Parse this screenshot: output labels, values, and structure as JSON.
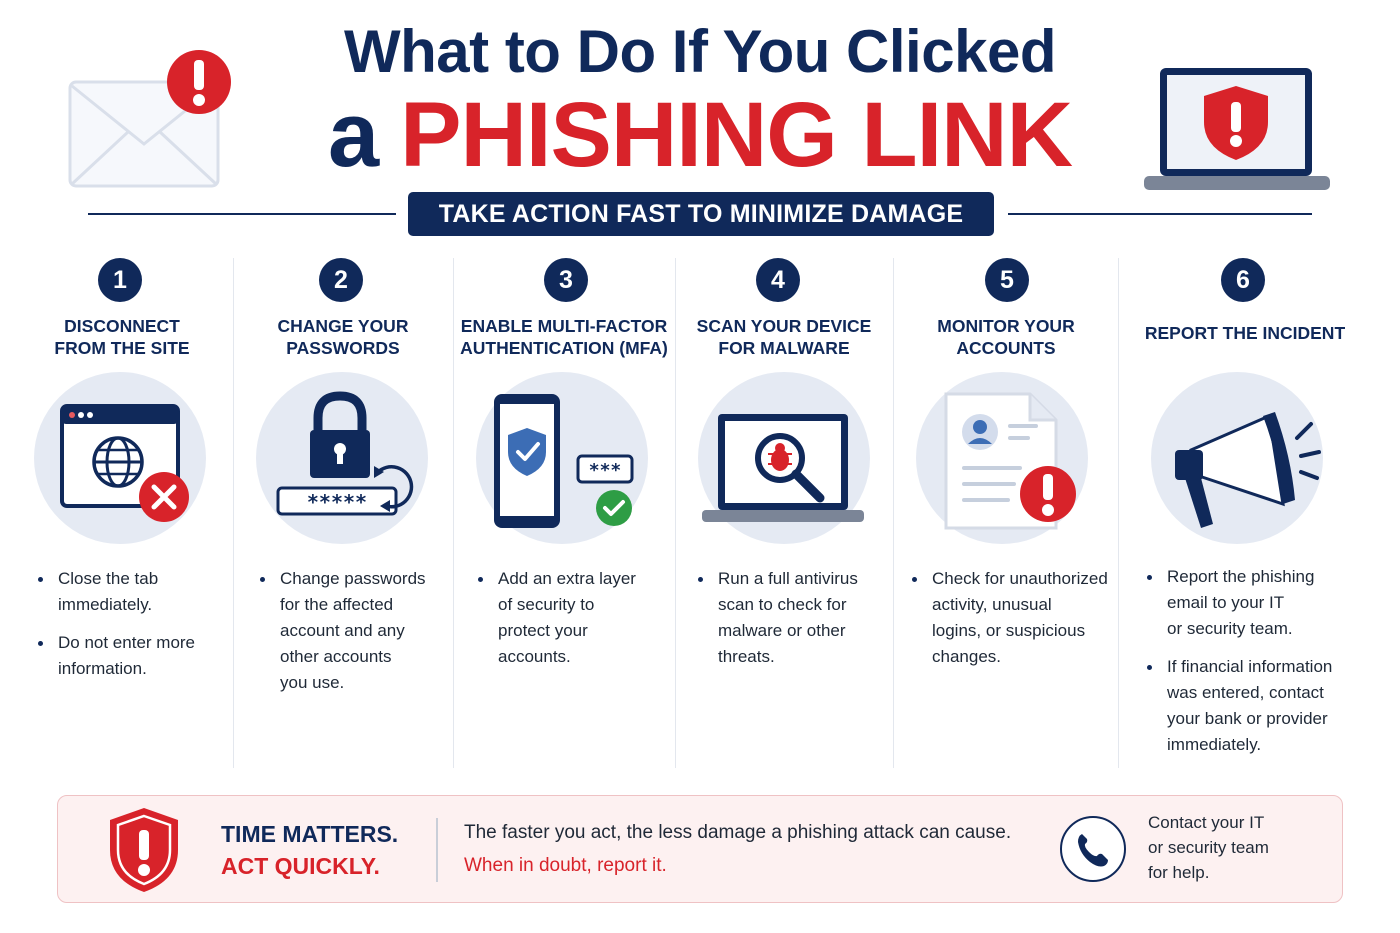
{
  "title": {
    "line1": "What to Do If You Clicked",
    "line2_a": "a",
    "line2_b": "PHISHING LINK"
  },
  "banner": "TAKE ACTION FAST TO MINIMIZE DAMAGE",
  "colors": {
    "navy": "#10295a",
    "red": "#d8232a",
    "disc": "#e5eaf3"
  },
  "steps": [
    {
      "number": "1",
      "heading": [
        "DISCONNECT",
        "FROM THE SITE"
      ],
      "icon": "browser-globe-x-icon",
      "bullets": [
        [
          "Close the tab",
          "immediately."
        ],
        [
          "Do not enter more",
          "information."
        ]
      ]
    },
    {
      "number": "2",
      "heading": [
        "CHANGE YOUR",
        "PASSWORDS"
      ],
      "icon": "padlock-password-icon",
      "password_mask": "*****",
      "bullets": [
        [
          "Change passwords",
          "for the affected",
          "account and any",
          "other accounts",
          "you use."
        ]
      ]
    },
    {
      "number": "3",
      "heading": [
        "ENABLE MULTI-FACTOR",
        "AUTHENTICATION (MFA)"
      ],
      "icon": "phone-shield-check-icon",
      "code_mask": "***",
      "bullets": [
        [
          "Add an extra layer",
          "of security to",
          "protect your",
          "accounts."
        ]
      ]
    },
    {
      "number": "4",
      "heading": [
        "SCAN YOUR DEVICE",
        "FOR MALWARE"
      ],
      "icon": "laptop-magnifier-bug-icon",
      "bullets": [
        [
          "Run a full antivirus",
          "scan to check for",
          "malware or other",
          "threats."
        ]
      ]
    },
    {
      "number": "5",
      "heading": [
        "MONITOR YOUR",
        "ACCOUNTS"
      ],
      "icon": "document-alert-icon",
      "bullets": [
        [
          "Check for unauthorized",
          "activity, unusual",
          "logins, or suspicious",
          "changes."
        ]
      ]
    },
    {
      "number": "6",
      "heading": [
        "REPORT THE INCIDENT"
      ],
      "icon": "megaphone-icon",
      "bullets": [
        [
          "Report the phishing",
          "email to your IT",
          "or security team."
        ],
        [
          "If financial information",
          "was entered, contact",
          "your bank or provider",
          "immediately."
        ]
      ]
    }
  ],
  "footer": {
    "headline_1": "TIME MATTERS.",
    "headline_2": "ACT QUICKLY.",
    "message_1": "The faster you act, the less damage a phishing attack can cause.",
    "message_2": "When in doubt, report it.",
    "contact": [
      "Contact your IT",
      "or security team",
      "for help."
    ]
  }
}
